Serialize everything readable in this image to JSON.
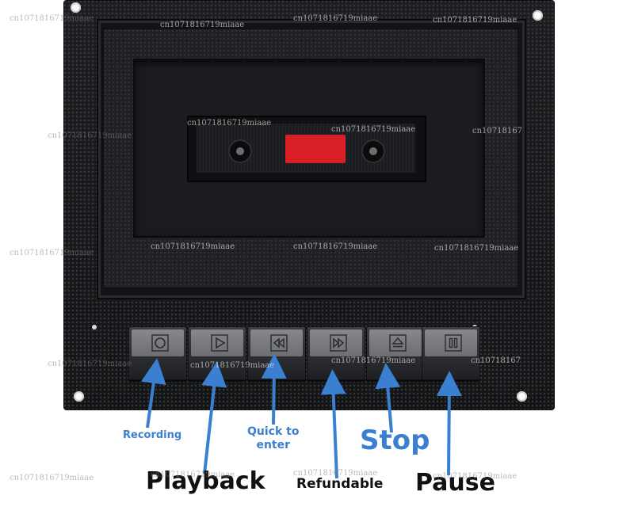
{
  "buttons": [
    {
      "id": "record",
      "icon": "record-circle-icon"
    },
    {
      "id": "play",
      "icon": "play-triangle-icon"
    },
    {
      "id": "rewind",
      "icon": "rewind-icon"
    },
    {
      "id": "fast-forward",
      "icon": "fast-forward-icon"
    },
    {
      "id": "eject",
      "icon": "eject-icon"
    },
    {
      "id": "pause",
      "icon": "pause-icon"
    }
  ],
  "labels": {
    "recording": "Recording",
    "quick_to_enter": "Quick to\nenter",
    "stop": "Stop",
    "playback": "Playback",
    "refundable": "Refundable",
    "pause": "Pause"
  },
  "watermark": "cn1071816719miaae",
  "watermark_short": "cn10718167",
  "colors": {
    "arrow": "#3a7fd0",
    "tape_tab": "#d82026",
    "panel": "#1a1b1d"
  }
}
